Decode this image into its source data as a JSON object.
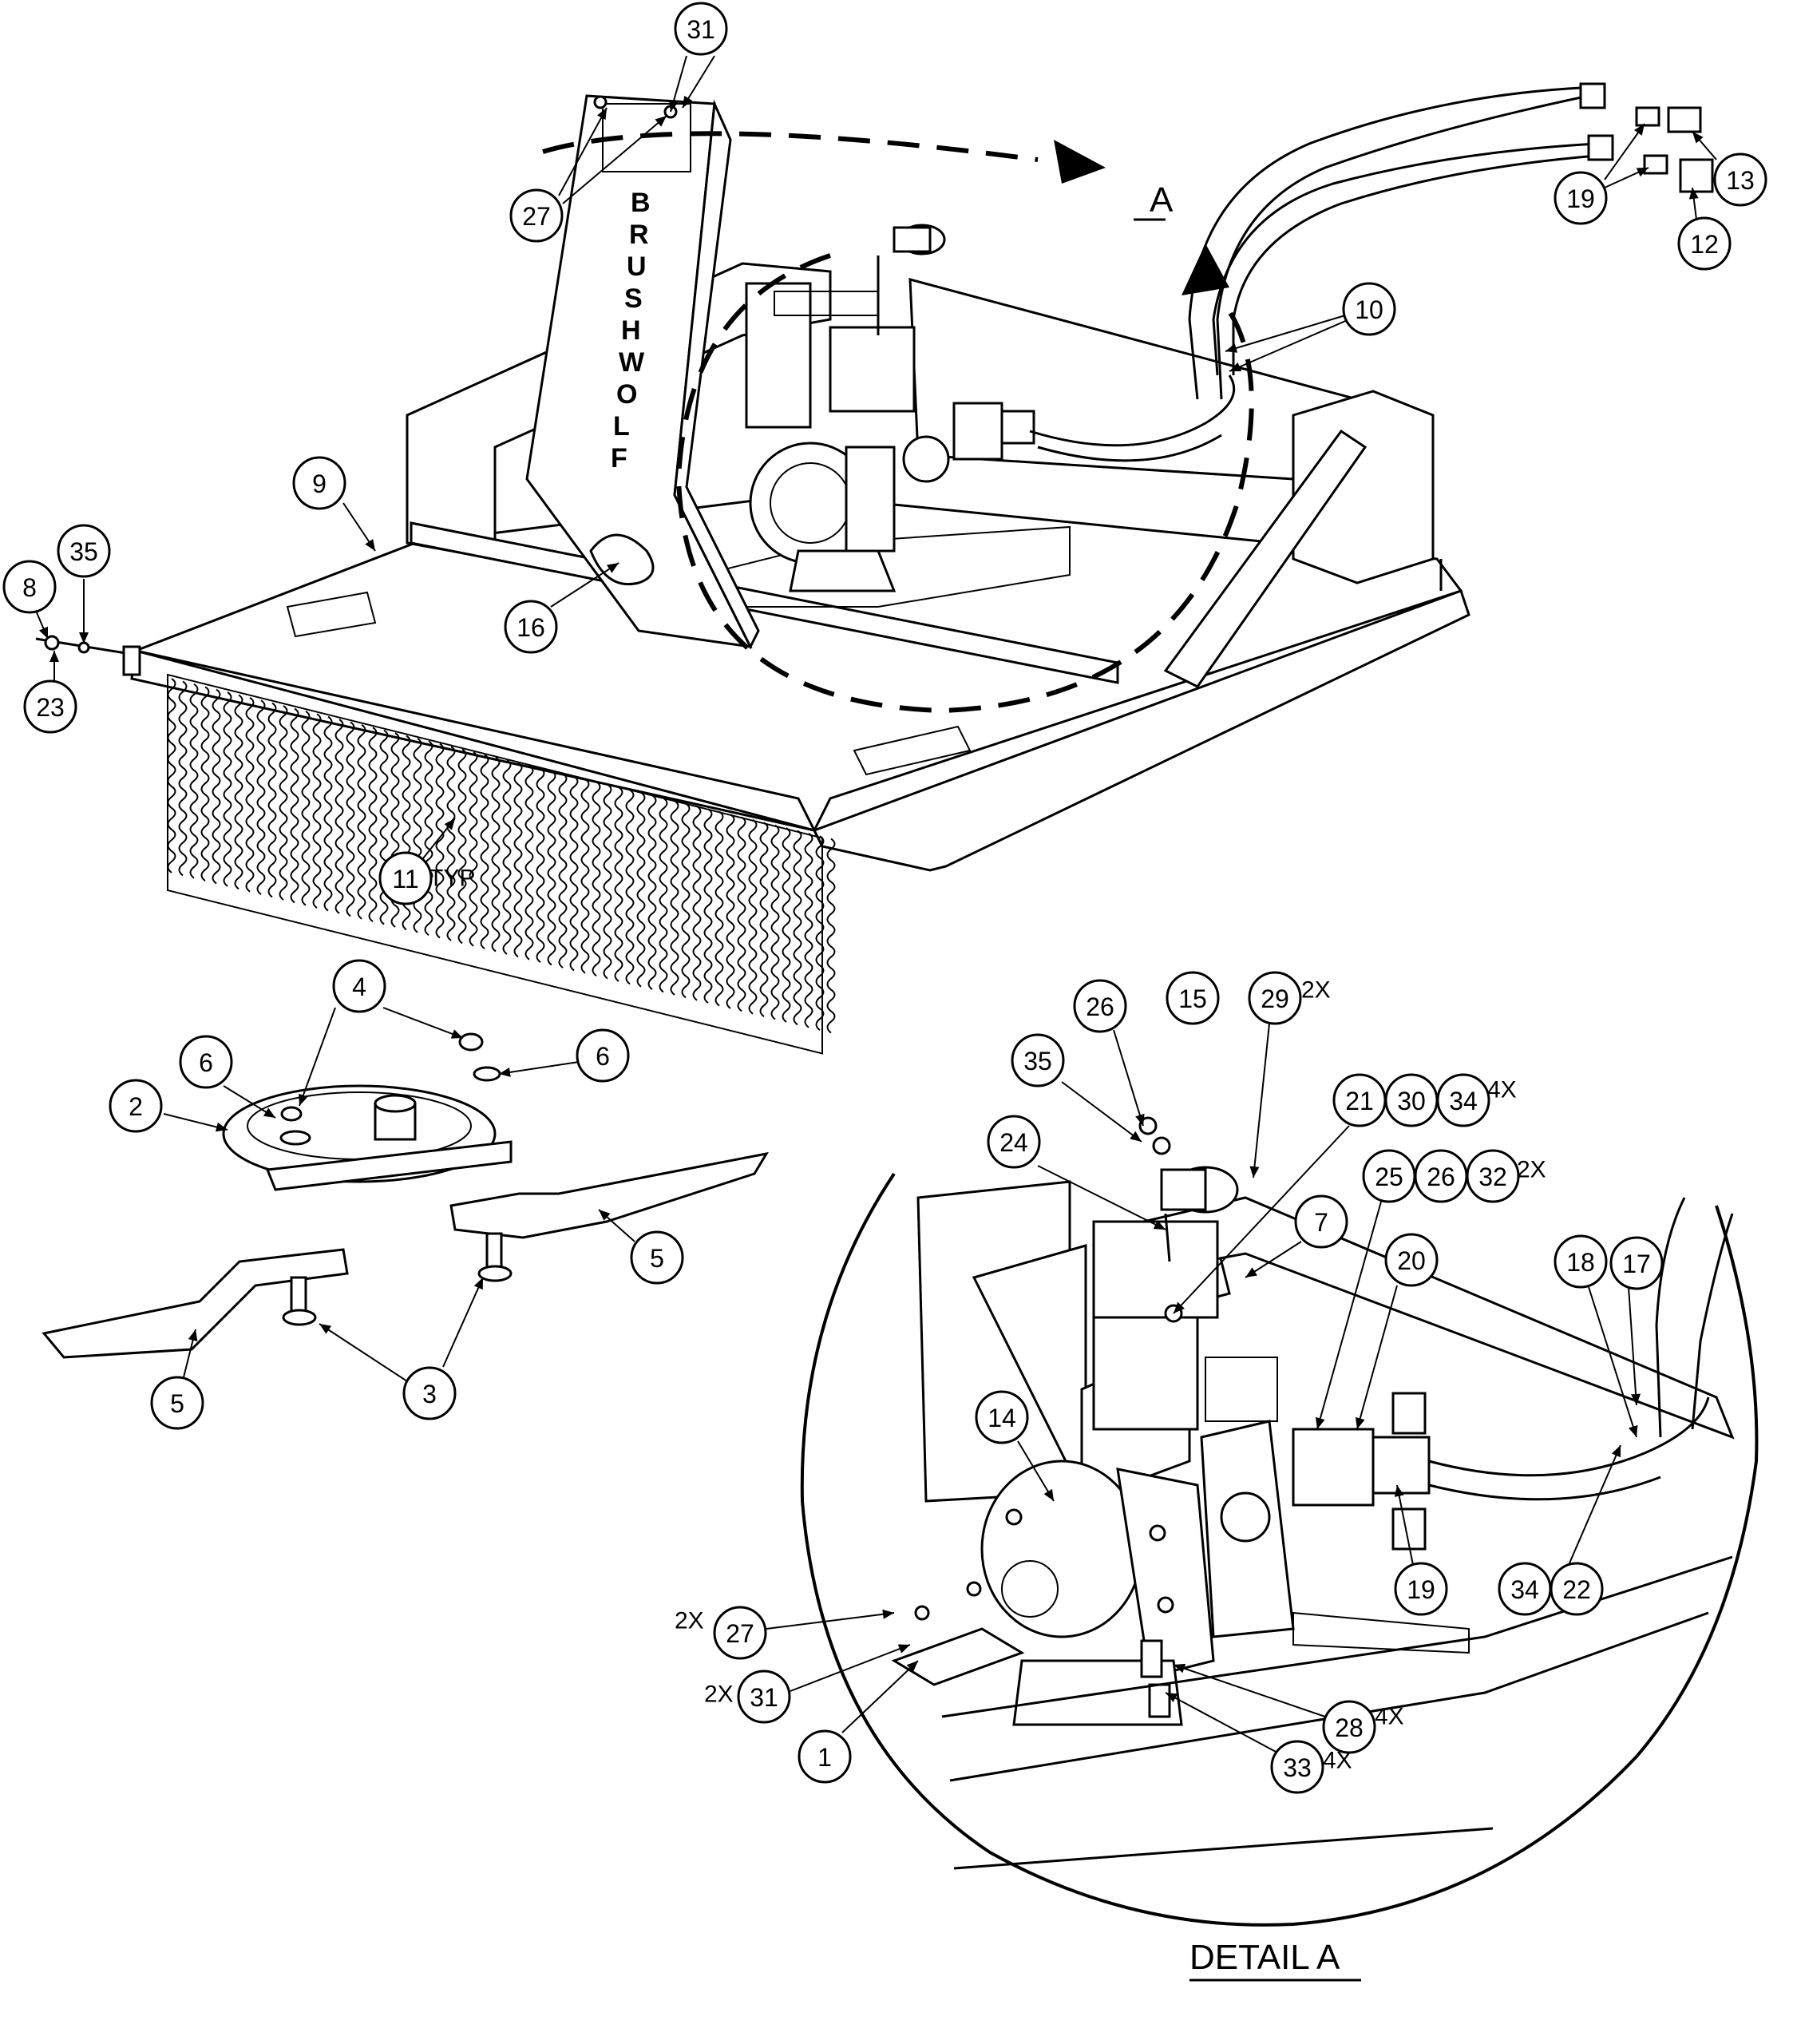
{
  "labels": {
    "view_a": "A",
    "detail_a": "DETAIL  A",
    "logo_text": [
      "B",
      "R",
      "U",
      "S",
      "H",
      "W",
      "O",
      "L",
      "F"
    ]
  },
  "balloons": [
    {
      "id": "b31a",
      "text": "31"
    },
    {
      "id": "b27a",
      "text": "27"
    },
    {
      "id": "b13",
      "text": "13"
    },
    {
      "id": "b19a",
      "text": "19"
    },
    {
      "id": "b12",
      "text": "12"
    },
    {
      "id": "b10",
      "text": "10"
    },
    {
      "id": "b9",
      "text": "9"
    },
    {
      "id": "b8",
      "text": "8"
    },
    {
      "id": "b35a",
      "text": "35"
    },
    {
      "id": "b23",
      "text": "23"
    },
    {
      "id": "b16",
      "text": "16"
    },
    {
      "id": "b11",
      "text": "11"
    },
    {
      "id": "b4",
      "text": "4"
    },
    {
      "id": "b6a",
      "text": "6"
    },
    {
      "id": "b6b",
      "text": "6"
    },
    {
      "id": "b2",
      "text": "2"
    },
    {
      "id": "b5a",
      "text": "5"
    },
    {
      "id": "b5b",
      "text": "5"
    },
    {
      "id": "b3",
      "text": "3"
    },
    {
      "id": "b26a",
      "text": "26"
    },
    {
      "id": "b15",
      "text": "15"
    },
    {
      "id": "b29",
      "text": "29"
    },
    {
      "id": "b35b",
      "text": "35"
    },
    {
      "id": "b21",
      "text": "21"
    },
    {
      "id": "b30",
      "text": "30"
    },
    {
      "id": "b34a",
      "text": "34"
    },
    {
      "id": "b24",
      "text": "24"
    },
    {
      "id": "b25",
      "text": "25"
    },
    {
      "id": "b26b",
      "text": "26"
    },
    {
      "id": "b32",
      "text": "32"
    },
    {
      "id": "b7",
      "text": "7"
    },
    {
      "id": "b20",
      "text": "20"
    },
    {
      "id": "b18",
      "text": "18"
    },
    {
      "id": "b17",
      "text": "17"
    },
    {
      "id": "b14",
      "text": "14"
    },
    {
      "id": "b19b",
      "text": "19"
    },
    {
      "id": "b34b",
      "text": "34"
    },
    {
      "id": "b22",
      "text": "22"
    },
    {
      "id": "b27b",
      "text": "27"
    },
    {
      "id": "b31b",
      "text": "31"
    },
    {
      "id": "b1",
      "text": "1"
    },
    {
      "id": "b28",
      "text": "28"
    },
    {
      "id": "b33",
      "text": "33"
    }
  ],
  "notes": [
    {
      "id": "n11",
      "text": "TYP"
    },
    {
      "id": "n29",
      "text": "2X"
    },
    {
      "id": "n34",
      "text": "4X"
    },
    {
      "id": "n32",
      "text": "2X"
    },
    {
      "id": "n27",
      "text": "2X"
    },
    {
      "id": "n31",
      "text": "2X"
    },
    {
      "id": "n28",
      "text": "4X"
    },
    {
      "id": "n33",
      "text": "4X"
    }
  ]
}
